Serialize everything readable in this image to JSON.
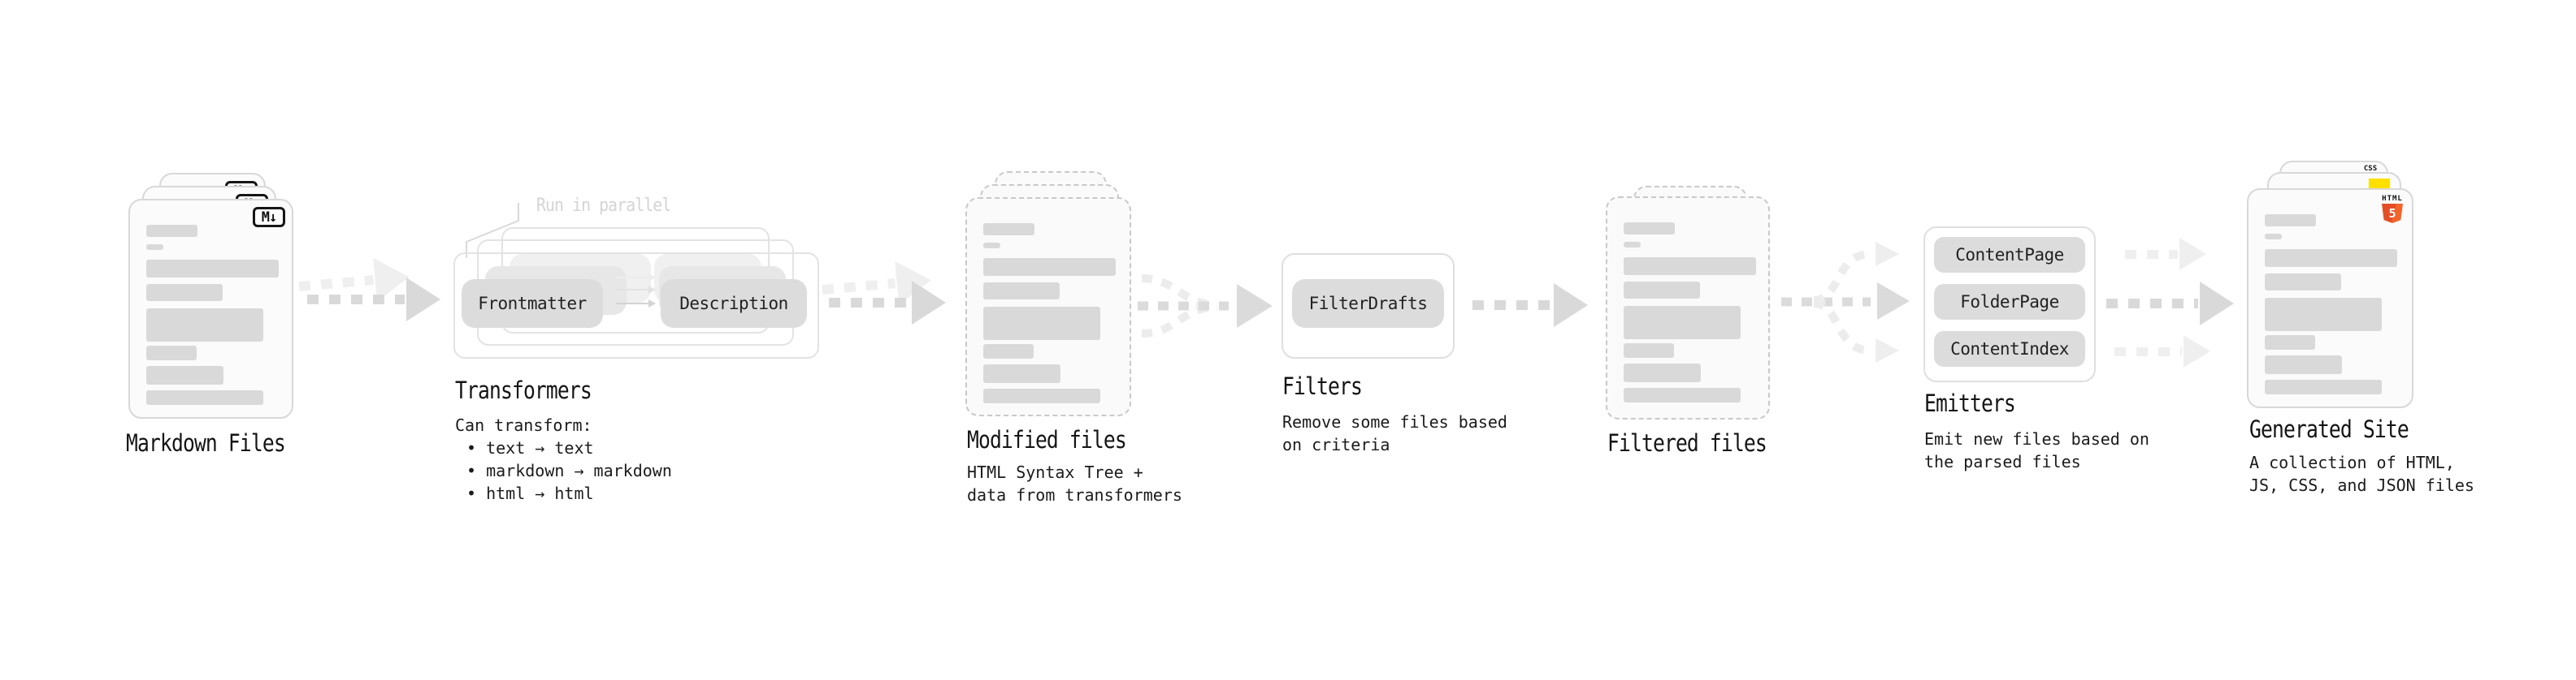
{
  "colors": {
    "pill_bg": "#dcdcdc",
    "card_border": "#d8d8d8",
    "dashed_border": "#c9c9c9",
    "placeholder_bar": "#d9d9d9",
    "arrow_dark": "#d9d9d9",
    "arrow_light": "#efefef",
    "annotation_gray": "#d4d4d4",
    "text": "#1b1b1b",
    "html5_orange": "#e44d26",
    "js_yellow": "#ffe000",
    "css_blue": "#2a66e8"
  },
  "stages": {
    "markdown_files": {
      "title": "Markdown Files",
      "badge": "M↓"
    },
    "transformers": {
      "title": "Transformers",
      "annotation": "Run in parallel",
      "pill_left": "Frontmatter",
      "pill_right": "Description",
      "desc_heading": "Can transform:",
      "bullets": [
        "• text → text",
        "• markdown → markdown",
        "• html → html"
      ]
    },
    "modified_files": {
      "title": "Modified files",
      "desc": [
        "HTML Syntax Tree +",
        "data from transformers"
      ]
    },
    "filters": {
      "title": "Filters",
      "pill": "FilterDrafts",
      "desc": [
        "Remove some files based",
        "on criteria"
      ]
    },
    "filtered_files": {
      "title": "Filtered files"
    },
    "emitters": {
      "title": "Emitters",
      "pills": [
        "ContentPage",
        "FolderPage",
        "ContentIndex"
      ],
      "desc": [
        "Emit new files based on",
        "the parsed files"
      ]
    },
    "generated_site": {
      "title": "Generated Site",
      "desc": [
        "A collection of HTML,",
        "JS, CSS, and JSON files"
      ],
      "badges": {
        "css_label": "CSS",
        "html_label": "HTML",
        "html_number": "5"
      }
    }
  }
}
